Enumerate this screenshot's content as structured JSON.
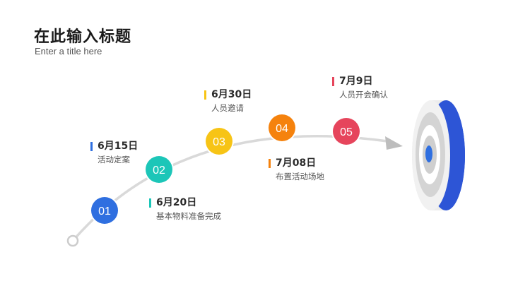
{
  "header": {
    "title": "在此输入标题",
    "subtitle": "Enter a title here"
  },
  "milestones": [
    {
      "number": "01",
      "color": "#2f6fe0"
    },
    {
      "number": "02",
      "color": "#1cc6b8"
    },
    {
      "number": "03",
      "color": "#f7c416"
    },
    {
      "number": "04",
      "color": "#f5820d"
    },
    {
      "number": "05",
      "color": "#e6455c"
    }
  ],
  "events": [
    {
      "date": "6月15日",
      "desc": "活动定案",
      "color": "#2f6fe0"
    },
    {
      "date": "6月20日",
      "desc": "基本物料准备完成",
      "color": "#1cc6b8"
    },
    {
      "date": "6月30日",
      "desc": "人员邀请",
      "color": "#f7c416"
    },
    {
      "date": "7月08日",
      "desc": "布置活动场地",
      "color": "#f5820d"
    },
    {
      "date": "7月9日",
      "desc": "人员开会确认",
      "color": "#e6455c"
    }
  ],
  "colors": {
    "track": "#d9d9d9",
    "arrow": "#bdbdbd",
    "target_edge": "#2d55d6"
  }
}
